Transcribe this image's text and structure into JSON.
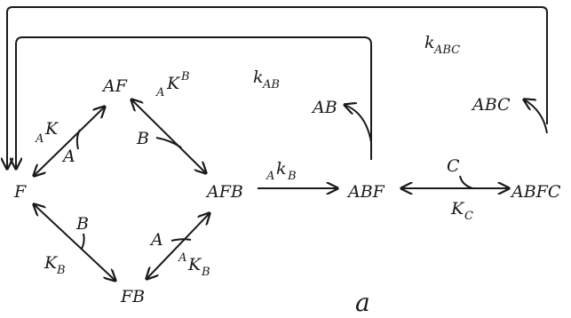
{
  "nodes": {
    "F": "F",
    "AF": "AF",
    "FB": "FB",
    "AFB": "AFB",
    "ABF": "ABF",
    "ABFC": "ABFC",
    "AB": "AB",
    "ABC": "ABC"
  },
  "labels": {
    "aK_pre": "A",
    "aK_main": "K",
    "A_left": "A",
    "aKB_pre": "A",
    "aKB_main": "K",
    "aKB_sup": "B",
    "B_right_top": "B",
    "B_left_bottom": "B",
    "KB_main": "K",
    "KB_sub": "B",
    "A_right_bottom": "A",
    "AKB_pre": "A",
    "AKB_main": "K",
    "AKB_sub": "B",
    "akB_pre": "A",
    "akB_main": "k",
    "akB_sub": "B",
    "kAB_main": "k",
    "kAB_sub": "AB",
    "kABC_main": "k",
    "kABC_sub": "ABC",
    "C_top": "C",
    "KC_main": "K",
    "KC_sub": "C"
  },
  "panel_label": "a"
}
